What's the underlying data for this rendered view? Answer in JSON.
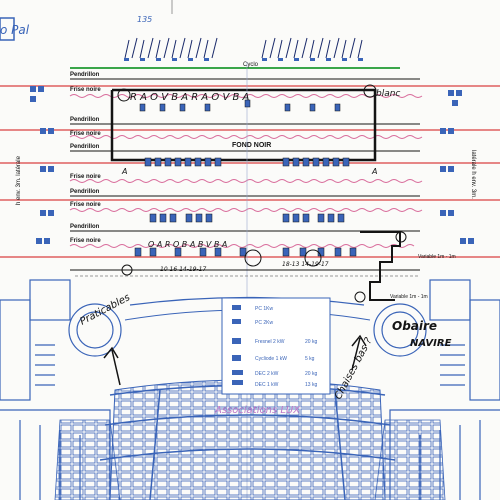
{
  "page": {
    "number": "135"
  },
  "top_corner": {
    "text": "o Pal"
  },
  "bars": {
    "cyclo": "Cyclo",
    "fond_noir": "FOND NOIR",
    "pendrillon": "Pendrillon",
    "frise_noire": "Frise noire"
  },
  "rows": [
    {
      "pendrillon": true,
      "frise": true
    },
    {
      "pendrillon": true,
      "frise": true
    },
    {
      "pendrillon": true,
      "frise": true
    },
    {
      "pendrillon": true,
      "frise": true
    },
    {
      "pendrillon": true,
      "frise": true
    }
  ],
  "side_labels": {
    "left": "h env. 3m. latérale",
    "right": "latérale h env. 3m."
  },
  "stage_notes": {
    "top_row": "R A O    V B A    R A O    V B A",
    "blanc": "blanc",
    "bottom_row": "O A    R O B    A B    V B A",
    "nums_left": "10    16    14-19-17",
    "nums_right": "18-13    14-19-17",
    "tower_left": "A",
    "tower_right": "A"
  },
  "variable": {
    "line1": "Variable 1m - 1m",
    "line2": "Variable 1m - 1m"
  },
  "legend": {
    "title": "",
    "items": [
      {
        "label": "PC 1Kw",
        "value": ""
      },
      {
        "label": "PC 2Kw",
        "value": ""
      },
      {
        "label": "Fresnel 2 kW",
        "value": "20 kg"
      },
      {
        "label": "Cycliode 1 kW",
        "value": "5 kg"
      },
      {
        "label": "DEC 2 kW",
        "value": "20 kg"
      },
      {
        "label": "DEC 1 kW",
        "value": "13 kg"
      }
    ],
    "footer": "Associations LUX"
  },
  "handwritten": {
    "left": "Praticables",
    "right_1": "Obaire",
    "right_2": "NAVIRE",
    "center_right": "Chaises bas ?"
  },
  "colors": {
    "blue": "#3a64b8",
    "red": "#e06060",
    "pink": "#d86a9a",
    "green": "#3aa64a",
    "ink": "#141414"
  }
}
